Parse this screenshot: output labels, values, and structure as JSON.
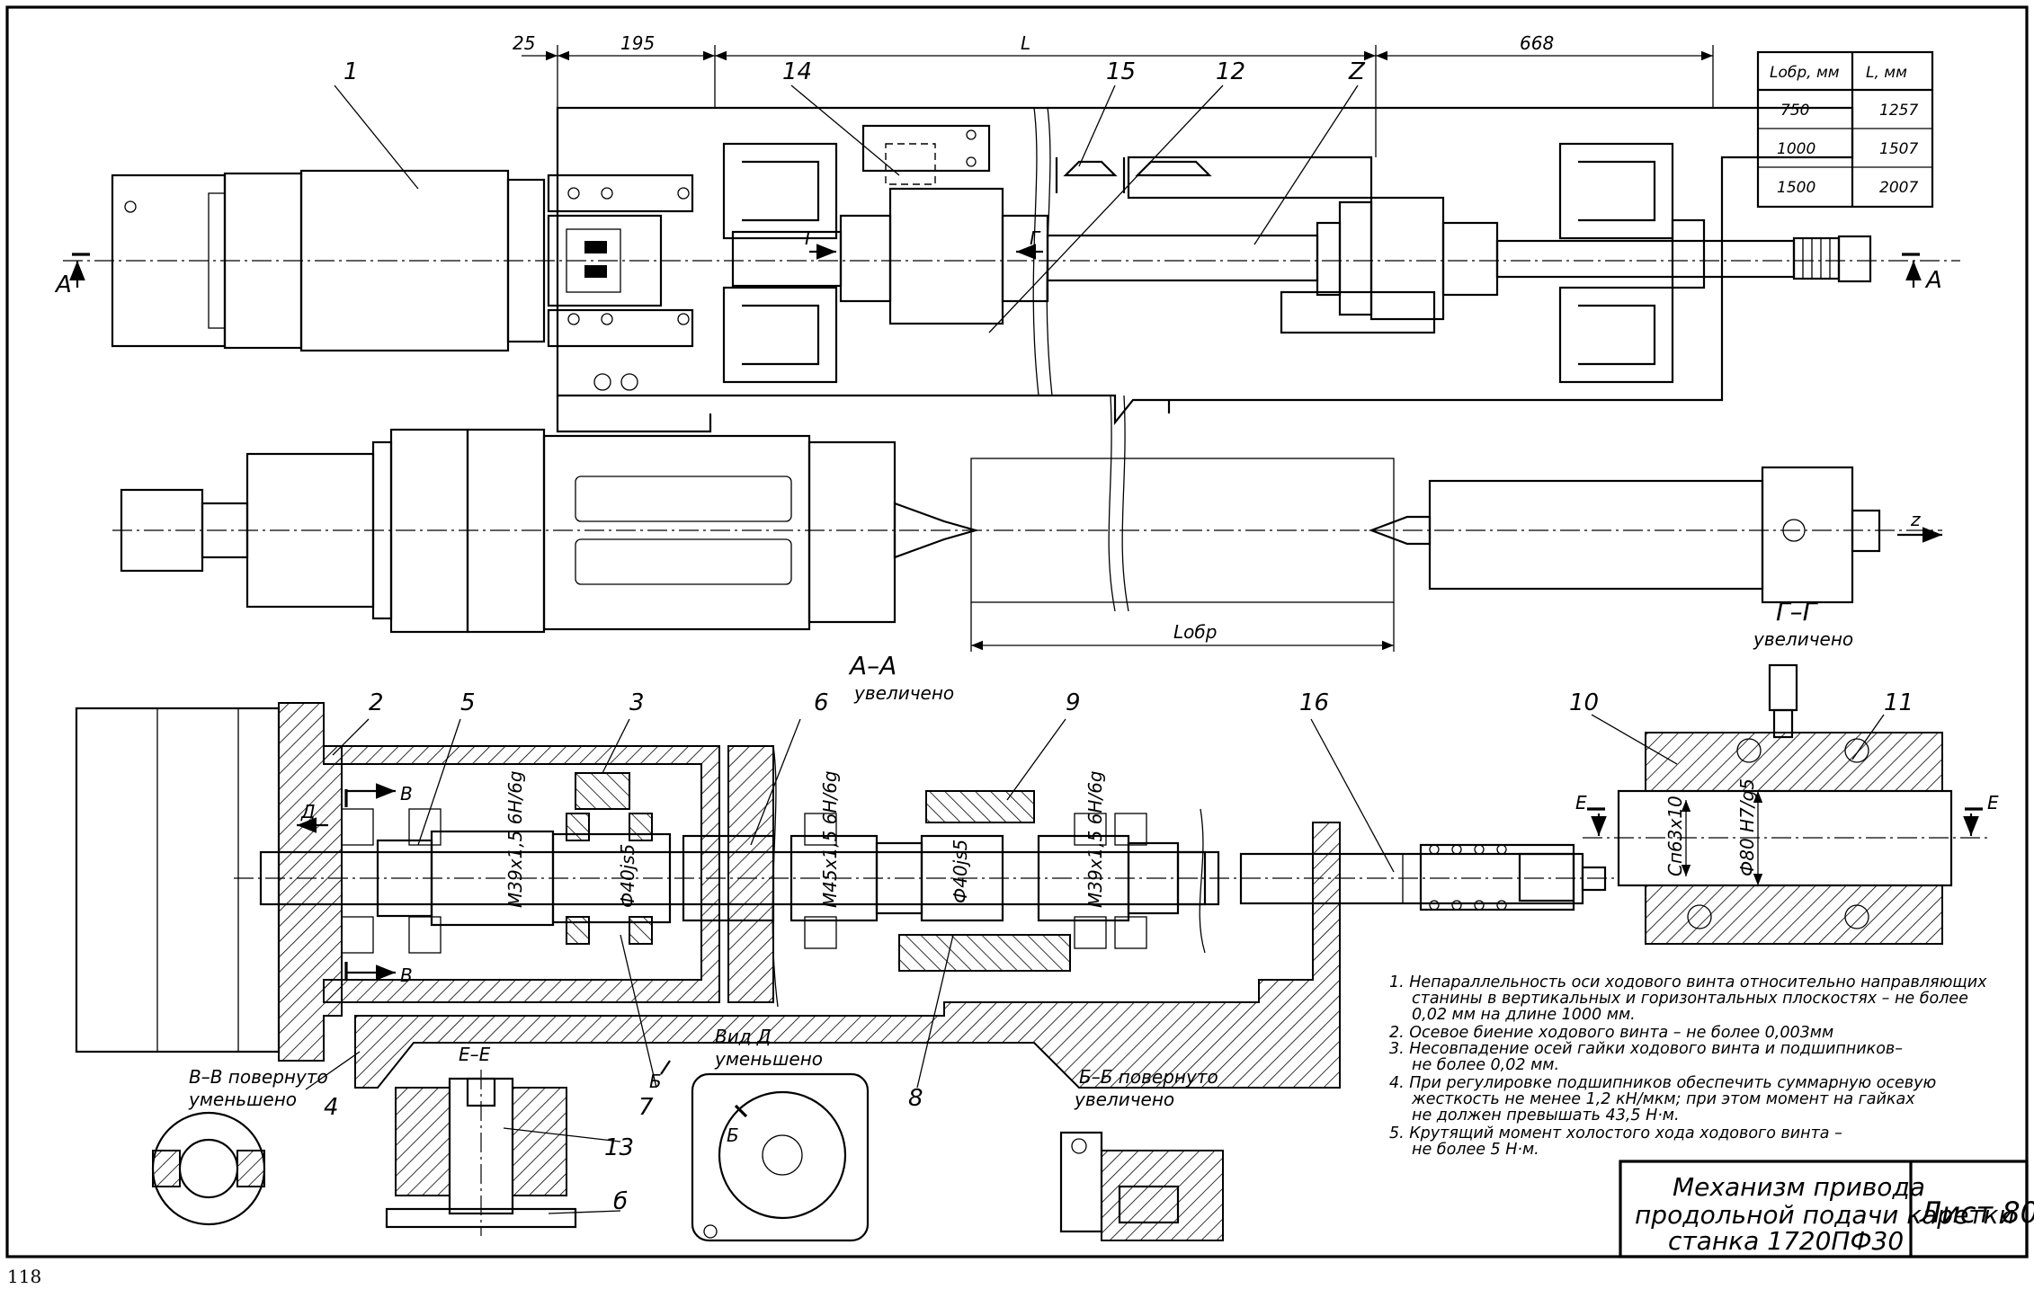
{
  "page_number": "118",
  "callouts": [
    "1",
    "2",
    "3",
    "4",
    "5",
    "6",
    "7",
    "8",
    "9",
    "10",
    "11",
    "12",
    "13",
    "14",
    "15",
    "16",
    "Z",
    "б"
  ],
  "dimensions": {
    "d25": "25",
    "d195": "195",
    "dL": "L",
    "d668": "668",
    "dLobr": "Lобр"
  },
  "axis_z": "z",
  "section_marks": {
    "a_left": "А",
    "a_right": "А",
    "g_left": "Г",
    "g_right": "Г",
    "v_top": "В",
    "v_bottom": "В",
    "d_arrow": "Д",
    "b_arrow": "Б",
    "b_view": "Б",
    "e_left": "Е",
    "e_right": "Е"
  },
  "views": {
    "aa": {
      "title": "А–А",
      "sub": "увеличено"
    },
    "gg": {
      "title": "Г–Г",
      "sub": "увеличено"
    },
    "vv": {
      "title": "В–В повернуто",
      "sub": "уменьшено"
    },
    "ee": {
      "title": "Е–Е"
    },
    "vid_d": {
      "title": "Вид Д",
      "sub": "уменьшено"
    },
    "bb": {
      "title": "Б–Б повернуто",
      "sub": "увеличено"
    }
  },
  "fits": {
    "f1": "М39х1,5 6H/6g",
    "f2": "Ф40js5",
    "f3": "М45х1,5 6H/6g",
    "f4": "Ф40js5",
    "f5": "М39х1,5 6H/6g",
    "f6": "Сп63х10",
    "f7": "Ф80 H7/g5"
  },
  "size_table": {
    "headers": [
      "Lобр, мм",
      "L, мм"
    ],
    "rows": [
      [
        "750",
        "1257"
      ],
      [
        "1000",
        "1507"
      ],
      [
        "1500",
        "2007"
      ]
    ]
  },
  "notes": [
    "1. Непараллельность оси ходового винта относительно направляющих",
    "станины в вертикальных и горизонтальных плоскостях – не более",
    "0,02 мм  на длине  1000 мм.",
    "2. Осевое биение ходового винта – не более 0,003мм",
    "3. Несовпадение осей гайки ходового винта и подшипников–",
    "не более 0,02 мм.",
    "4. При регулировке подшипников обеспечить суммарную осевую",
    "жесткость не менее 1,2 кН/мкм; при этом момент на гайках",
    "не должен превышать 43,5 Н·м.",
    "5. Крутящий момент холостого хода ходового винта –",
    "не более 5 Н·м."
  ],
  "title_block": {
    "title_lines": [
      "Механизм привода",
      "продольной подачи каретки",
      "станка 1720ПФ30"
    ],
    "sheet": "Лист 80"
  }
}
